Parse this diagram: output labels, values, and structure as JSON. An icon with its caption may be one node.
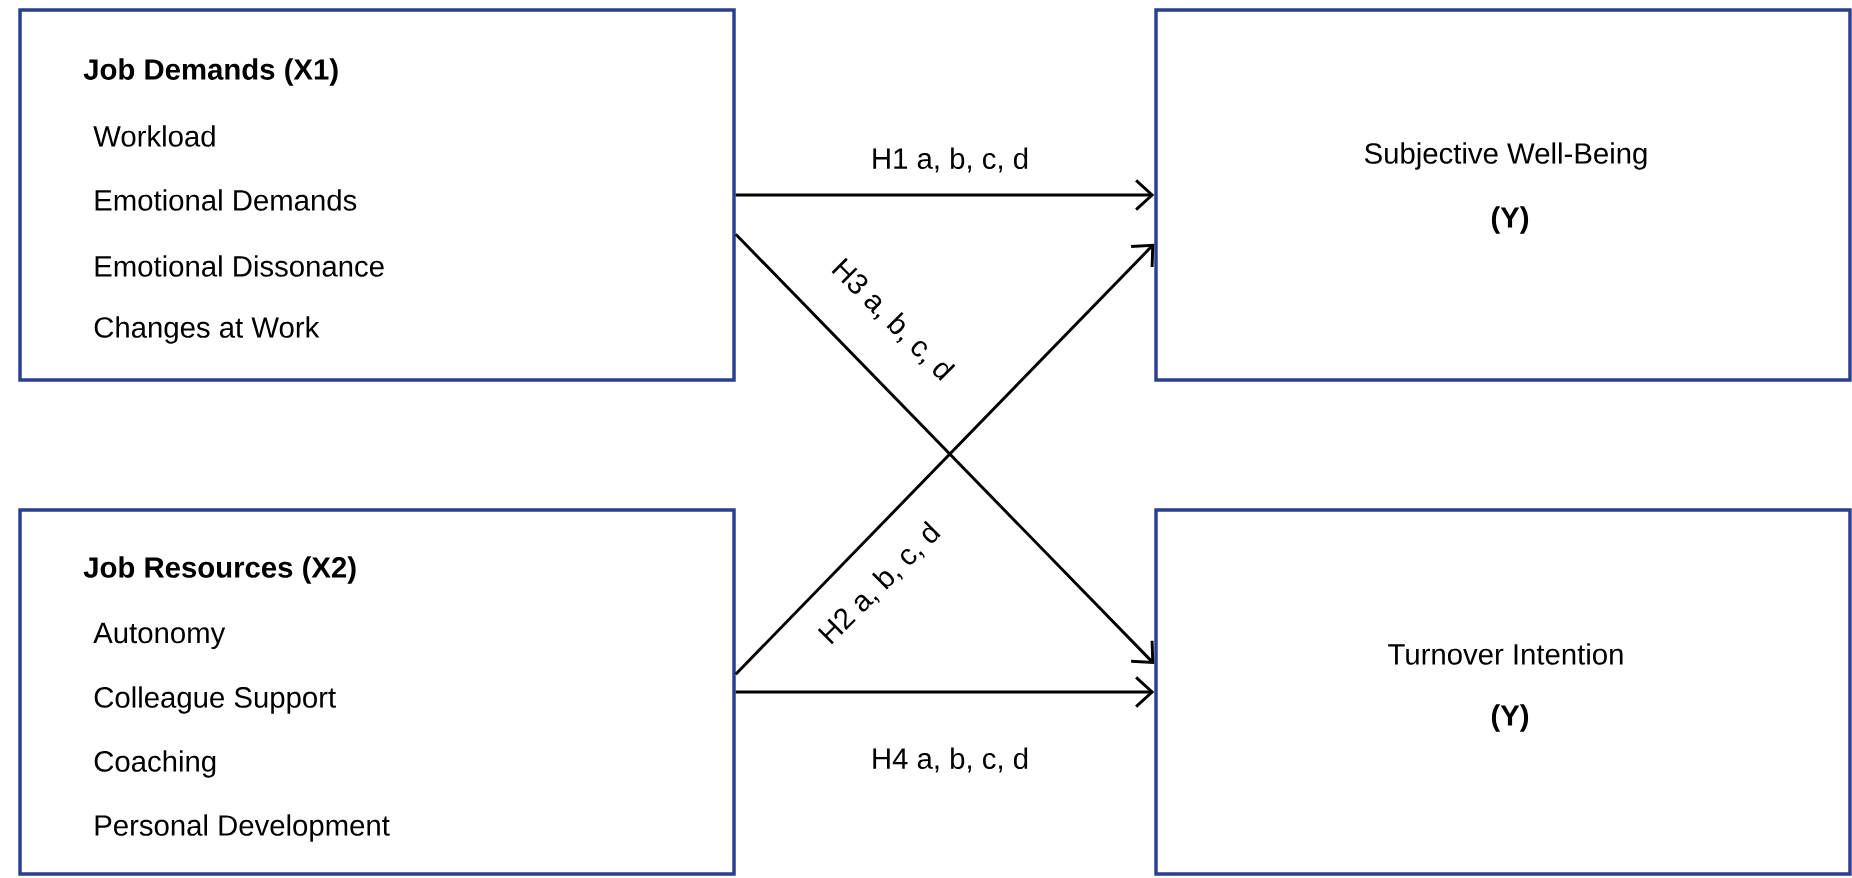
{
  "diagram": {
    "nodes": [
      {
        "text": [
          "Job Demands (X1)",
          "Workload",
          "Emotional Demands",
          "Emotional Dissonance",
          "Changes at Work"
        ]
      },
      {
        "text": [
          "Subjective Well-Being",
          "(Y)"
        ]
      },
      {
        "text": [
          "Job Resources (X2)",
          "Autonomy",
          "Colleague Support",
          "Coaching",
          "Personal Development"
        ]
      },
      {
        "text": [
          "Turnover Intention",
          "(Y)"
        ]
      }
    ],
    "edges": [
      {
        "from": 0,
        "to": 1,
        "arrow": "to",
        "label": "H1 a, b, c, d"
      },
      {
        "from": 0,
        "to": 3,
        "arrow": "to",
        "label": "H3 a, b, c, d"
      },
      {
        "from": 2,
        "to": 1,
        "arrow": "to",
        "label": "H2 a, b, c, d"
      },
      {
        "from": 2,
        "to": 3,
        "arrow": "to",
        "label": "H4 a, b, c, d"
      }
    ]
  }
}
